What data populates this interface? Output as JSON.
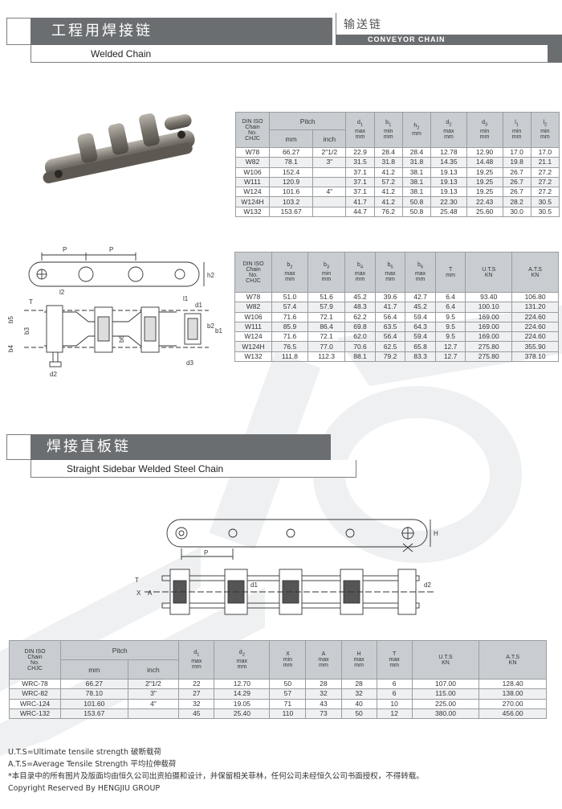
{
  "header": {
    "cn_title": "工程用焊接链",
    "en_title": "Welded Chain",
    "category_cn": "输送链",
    "category_en": "CONVEYOR CHAIN"
  },
  "section2": {
    "cn_title": "焊接直板链",
    "en_title": "Straight Sidebar Welded Steel Chain"
  },
  "table1": {
    "headers": {
      "chain": [
        "DIN ISO",
        "Chain",
        "No.",
        "CHJC"
      ],
      "pitch": "Pitch",
      "mm": "mm",
      "inch": "inch",
      "cols": [
        {
          "sym": "d",
          "sub": "1",
          "l2": "max",
          "l3": "mm"
        },
        {
          "sym": "b",
          "sub": "1",
          "l2": "min",
          "l3": "mm"
        },
        {
          "sym": "h",
          "sub": "2",
          "l2": "",
          "l3": "mm"
        },
        {
          "sym": "d",
          "sub": "2",
          "l2": "max",
          "l3": "mm"
        },
        {
          "sym": "d",
          "sub": "3",
          "l2": "min",
          "l3": "mm"
        },
        {
          "sym": "l",
          "sub": "1",
          "l2": "min",
          "l3": "mm"
        },
        {
          "sym": "l",
          "sub": "2",
          "l2": "min",
          "l3": "mm"
        }
      ]
    },
    "rows": [
      [
        "W78",
        "66.27",
        "2\"1/2",
        "22.9",
        "28.4",
        "28.4",
        "12.78",
        "12.90",
        "17.0",
        "17.0"
      ],
      [
        "W82",
        "78.1",
        "3\"",
        "31.5",
        "31.8",
        "31.8",
        "14.35",
        "14.48",
        "19.8",
        "21.1"
      ],
      [
        "W106",
        "152.4",
        "",
        "37.1",
        "41.2",
        "38.1",
        "19.13",
        "19.25",
        "26.7",
        "27.2"
      ],
      [
        "W111",
        "120.9",
        "",
        "37.1",
        "57.2",
        "38.1",
        "19.13",
        "19.25",
        "26.7",
        "27.2"
      ],
      [
        "W124",
        "101.6",
        "4\"",
        "37.1",
        "41.2",
        "38.1",
        "19.13",
        "19.25",
        "26.7",
        "27.2"
      ],
      [
        "W124H",
        "103.2",
        "",
        "41.7",
        "41.2",
        "50.8",
        "22.30",
        "22.43",
        "28.2",
        "30.5"
      ],
      [
        "W132",
        "153.67",
        "",
        "44.7",
        "76.2",
        "50.8",
        "25.48",
        "25.60",
        "30.0",
        "30.5"
      ]
    ]
  },
  "table2": {
    "headers": {
      "chain": [
        "DIN ISO",
        "Chain",
        "No.",
        "CHJC"
      ],
      "cols": [
        {
          "sym": "b",
          "sub": "2",
          "l2": "max",
          "l3": "mm"
        },
        {
          "sym": "b",
          "sub": "3",
          "l2": "min",
          "l3": "mm"
        },
        {
          "sym": "b",
          "sub": "4",
          "l2": "max",
          "l3": "mm"
        },
        {
          "sym": "b",
          "sub": "5",
          "l2": "max",
          "l3": "mm"
        },
        {
          "sym": "b",
          "sub": "6",
          "l2": "max",
          "l3": "mm"
        },
        {
          "sym": "T",
          "sub": "",
          "l2": "",
          "l3": "mm"
        },
        {
          "sym": "U.T.S",
          "sub": "",
          "l2": "",
          "l3": "KN"
        },
        {
          "sym": "A.T.S",
          "sub": "",
          "l2": "",
          "l3": "KN"
        }
      ]
    },
    "rows": [
      [
        "W78",
        "51.0",
        "51.6",
        "45.2",
        "39.6",
        "42.7",
        "6.4",
        "93.40",
        "106.80"
      ],
      [
        "W82",
        "57.4",
        "57.9",
        "48.3",
        "41.7",
        "45.2",
        "6.4",
        "100.10",
        "131.20"
      ],
      [
        "W106",
        "71.6",
        "72.1",
        "62.2",
        "56.4",
        "59.4",
        "9.5",
        "169.00",
        "224.60"
      ],
      [
        "W111",
        "85.9",
        "86.4",
        "69.8",
        "63.5",
        "64.3",
        "9.5",
        "169.00",
        "224.60"
      ],
      [
        "W124",
        "71.6",
        "72.1",
        "62.0",
        "56.4",
        "59.4",
        "9.5",
        "169.00",
        "224.60"
      ],
      [
        "W124H",
        "76.5",
        "77.0",
        "70.6",
        "62.5",
        "65.8",
        "12.7",
        "275.80",
        "355.90"
      ],
      [
        "W132",
        "111.8",
        "112.3",
        "88.1",
        "79.2",
        "83.3",
        "12.7",
        "275.80",
        "378.10"
      ]
    ]
  },
  "table3": {
    "headers": {
      "chain": [
        "DIN ISO",
        "Chain",
        "No.",
        "CHJC"
      ],
      "pitch": "Pitch",
      "mm": "mm",
      "inch": "inch",
      "cols": [
        {
          "sym": "d",
          "sub": "1",
          "l2": "max",
          "l3": "mm"
        },
        {
          "sym": "d",
          "sub": "2",
          "l2": "max",
          "l3": "mm"
        },
        {
          "sym": "X",
          "sub": "",
          "l2": "min",
          "l3": "mm"
        },
        {
          "sym": "A",
          "sub": "",
          "l2": "max",
          "l3": "mm"
        },
        {
          "sym": "H",
          "sub": "",
          "l2": "max",
          "l3": "mm"
        },
        {
          "sym": "T",
          "sub": "",
          "l2": "max",
          "l3": "mm"
        },
        {
          "sym": "U.T.S",
          "sub": "",
          "l2": "",
          "l3": "KN"
        },
        {
          "sym": "A.T.S",
          "sub": "",
          "l2": "",
          "l3": "KN"
        }
      ]
    },
    "rows": [
      [
        "WRC-78",
        "66.27",
        "2\"1/2",
        "22",
        "12.70",
        "50",
        "28",
        "28",
        "6",
        "107.00",
        "128.40"
      ],
      [
        "WRC-82",
        "78.10",
        "3\"",
        "27",
        "14.29",
        "57",
        "32",
        "32",
        "6",
        "115.00",
        "138.00"
      ],
      [
        "WRC-124",
        "101.60",
        "4\"",
        "32",
        "19.05",
        "71",
        "43",
        "40",
        "10",
        "225.00",
        "270.00"
      ],
      [
        "WRC-132",
        "153.67",
        "",
        "45",
        "25.40",
        "110",
        "73",
        "50",
        "12",
        "380.00",
        "456.00"
      ]
    ]
  },
  "diagram_labels": {
    "top": [
      "P",
      "P",
      "h2",
      "T",
      "l2",
      "l1",
      "d1",
      "b5",
      "b3",
      "b4",
      "b6",
      "b2",
      "b1",
      "d2",
      "d3"
    ],
    "bottom": [
      "H",
      "P",
      "T",
      "X",
      "A",
      "d1",
      "d2"
    ]
  },
  "notes": [
    "U.T.S=Ultimate tensile strength 破断载荷",
    "A.T.S=Average Tensile Strength 平均拉伸载荷",
    "*本目录中的所有图片及版面均由恒久公司出资拍摄和设计，并保留相关菲林，任何公司未经恒久公司书面授权，不得转载。",
    "Copyright Reserved By HENGJIU GROUP"
  ]
}
